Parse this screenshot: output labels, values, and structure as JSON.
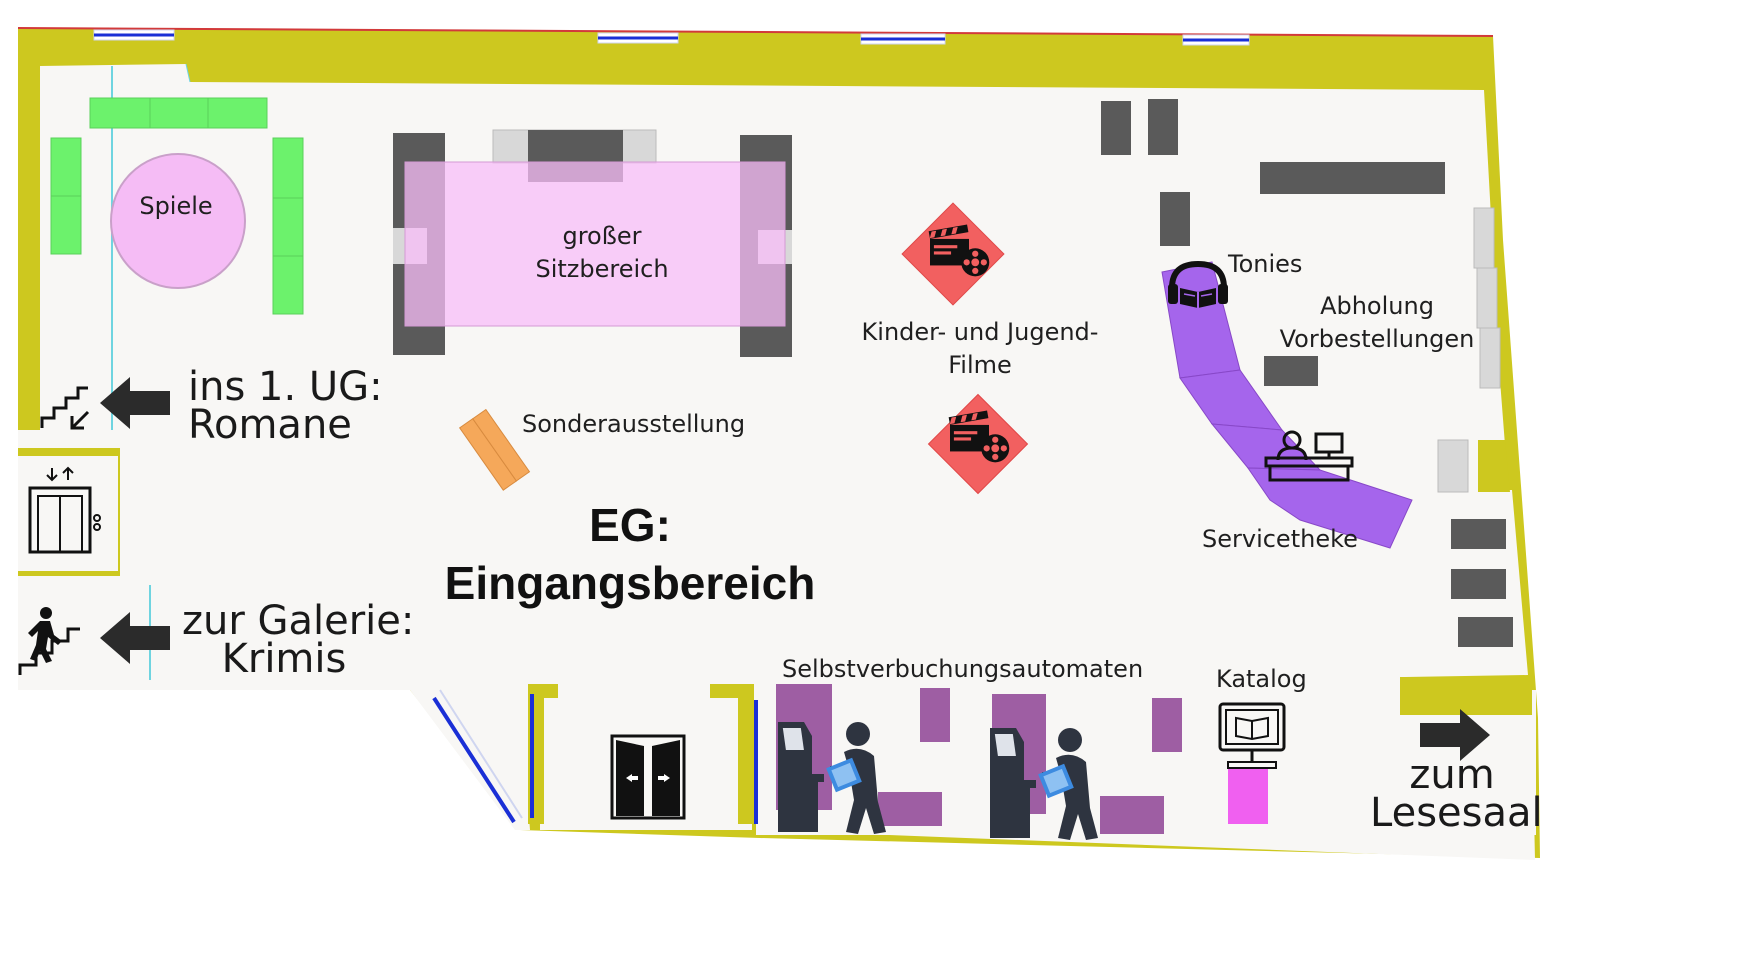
{
  "title": {
    "line1": "EG:",
    "line2": "Eingangsbereich"
  },
  "areas": {
    "games": "Spiele",
    "seating": {
      "line1": "großer",
      "line2": "Sitzbereich"
    },
    "films": {
      "line1": "Kinder- und Jugend-",
      "line2": "Filme"
    },
    "exhibition": "Sonderausstellung",
    "tonies": "Tonies",
    "pickup": {
      "line1": "Abholung",
      "line2": "Vorbestellungen"
    },
    "service_desk": "Servicetheke",
    "self_checkout": "Selbstverbuchungsautomaten",
    "catalog": "Katalog"
  },
  "directions": {
    "basement": {
      "line1": "ins 1. UG:",
      "line2": "Romane"
    },
    "gallery": {
      "line1": "zur Galerie:",
      "line2": "Krimis"
    },
    "reading_room": {
      "line1": "zum",
      "line2": "Lesesaal"
    }
  },
  "colors": {
    "wall": "#cdc81f",
    "floor": "#f8f7f5",
    "seating": "#f8bdf8",
    "shelf_dark": "#5a5a5a",
    "shelf_green": "#6cf26c",
    "games_table": "#f5bcf5",
    "desk_purple": "#a565ec",
    "exhibition": "#f5a85a",
    "film_marker": "#f26060",
    "checkout_purple": "#9e5ea3",
    "catalog_pink": "#f060f0",
    "window_blue": "#1a2fd6"
  },
  "icons": [
    "stairs-down-icon",
    "elevator-icon",
    "stairs-up-icon",
    "arrow-left-icon",
    "arrow-right-icon",
    "film-clapper-icon",
    "headphones-book-icon",
    "service-desk-icon",
    "door-icon",
    "self-checkout-icon",
    "catalog-computer-icon"
  ]
}
